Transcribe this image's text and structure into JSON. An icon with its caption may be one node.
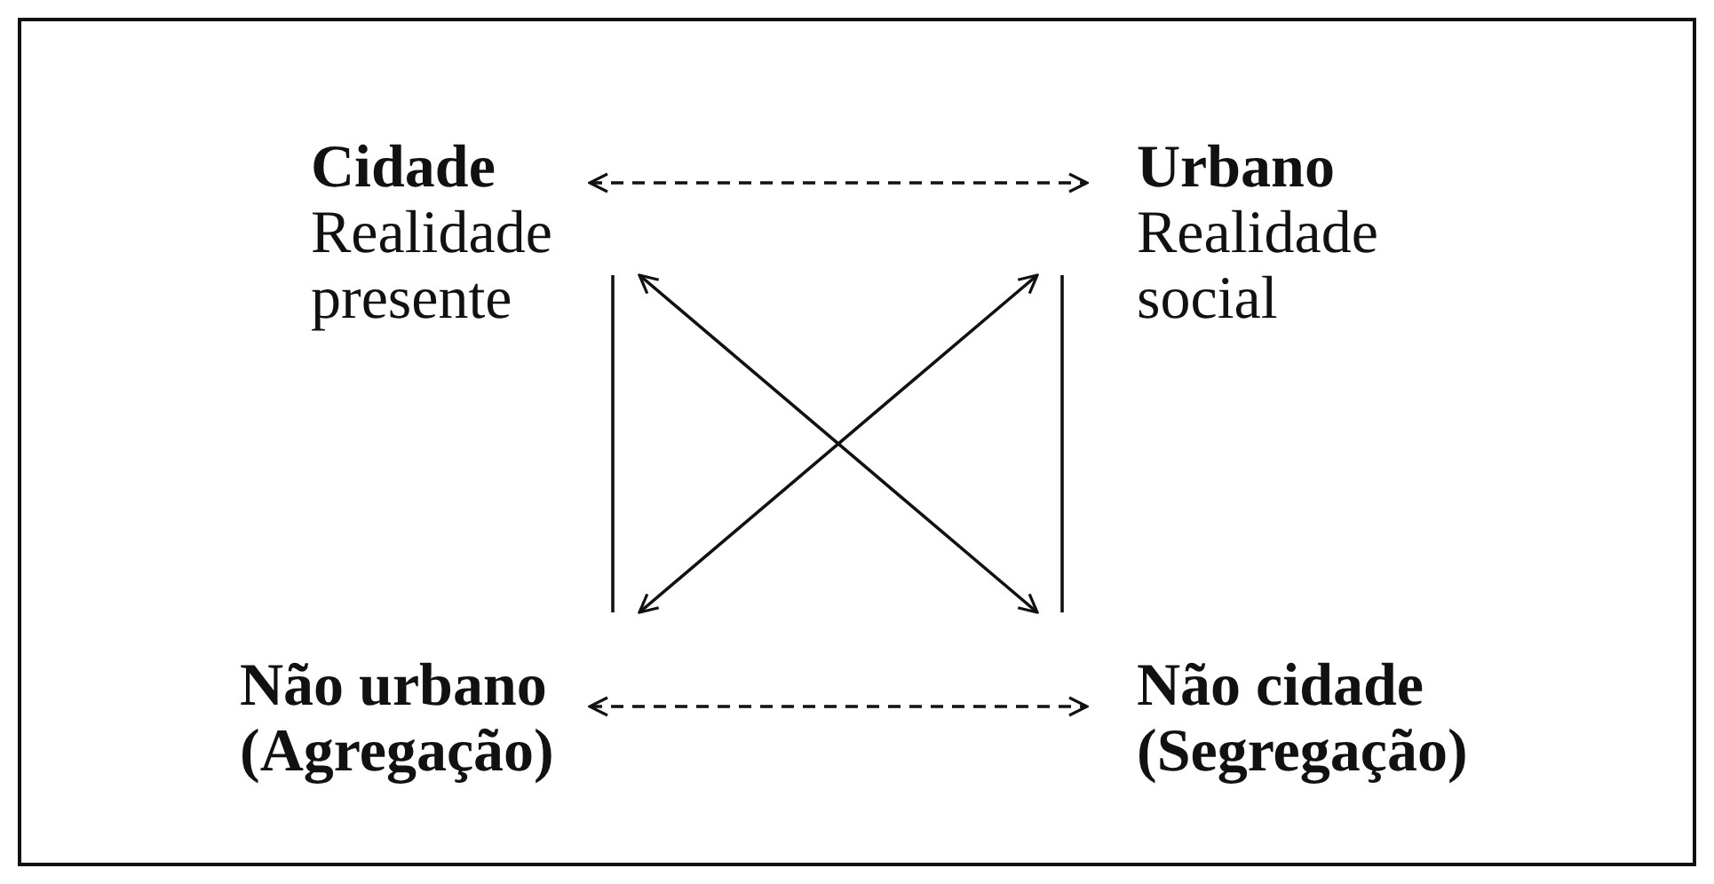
{
  "diagram": {
    "nodes": [
      {
        "text": [
          "Cidade",
          "Realidade presente"
        ]
      },
      {
        "text": [
          "Urbano",
          "Realidade social"
        ]
      },
      {
        "text": [
          "Não urbano (Agregação)"
        ]
      },
      {
        "text": [
          "Não cidade (Segregação)"
        ]
      }
    ],
    "edges": [
      {
        "from": 0,
        "to": 1,
        "arrow": "both",
        "style": "dashed"
      },
      {
        "from": 2,
        "to": 3,
        "arrow": "both",
        "style": "dashed"
      },
      {
        "from": 0,
        "to": 3,
        "arrow": "both"
      },
      {
        "from": 1,
        "to": 2,
        "arrow": "both"
      },
      {
        "from": 0,
        "to": 2,
        "arrow": "none"
      },
      {
        "from": 1,
        "to": 3,
        "arrow": "none"
      }
    ]
  }
}
